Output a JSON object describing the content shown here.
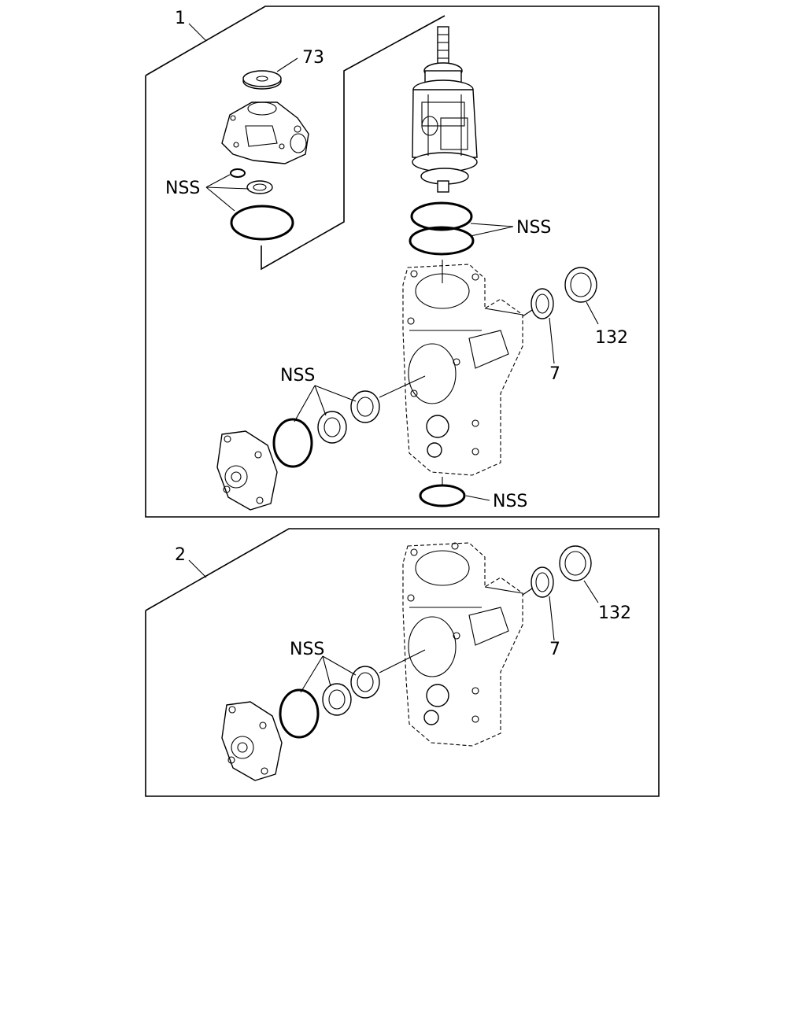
{
  "diagram": {
    "group1": {
      "callout": "1",
      "labels": {
        "part_73": "73",
        "nss_cover": "NSS",
        "nss_shaft": "NSS",
        "nss_seals": "NSS",
        "nss_bottom": "NSS",
        "part_132": "132",
        "part_7": "7"
      }
    },
    "group2": {
      "callout": "2",
      "labels": {
        "nss_seals": "NSS",
        "part_132": "132",
        "part_7": "7"
      }
    }
  }
}
